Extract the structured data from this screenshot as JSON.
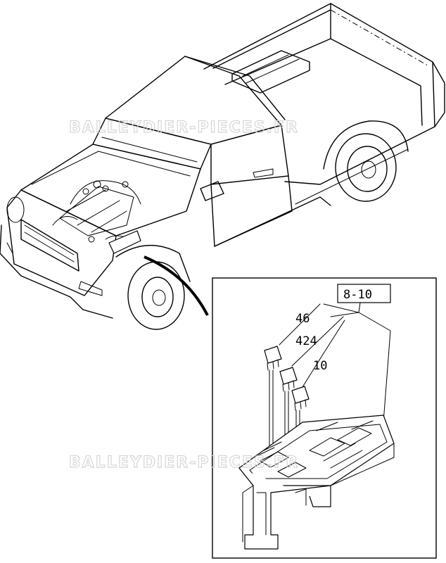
{
  "diagram": {
    "callouts": {
      "reference": "8-10",
      "part_a": "46",
      "part_b": "424",
      "part_c": "10"
    },
    "watermarks": [
      "BALLEYDIER-PIECES.FR",
      "BALLEYDIER-PIECES.FR"
    ]
  }
}
